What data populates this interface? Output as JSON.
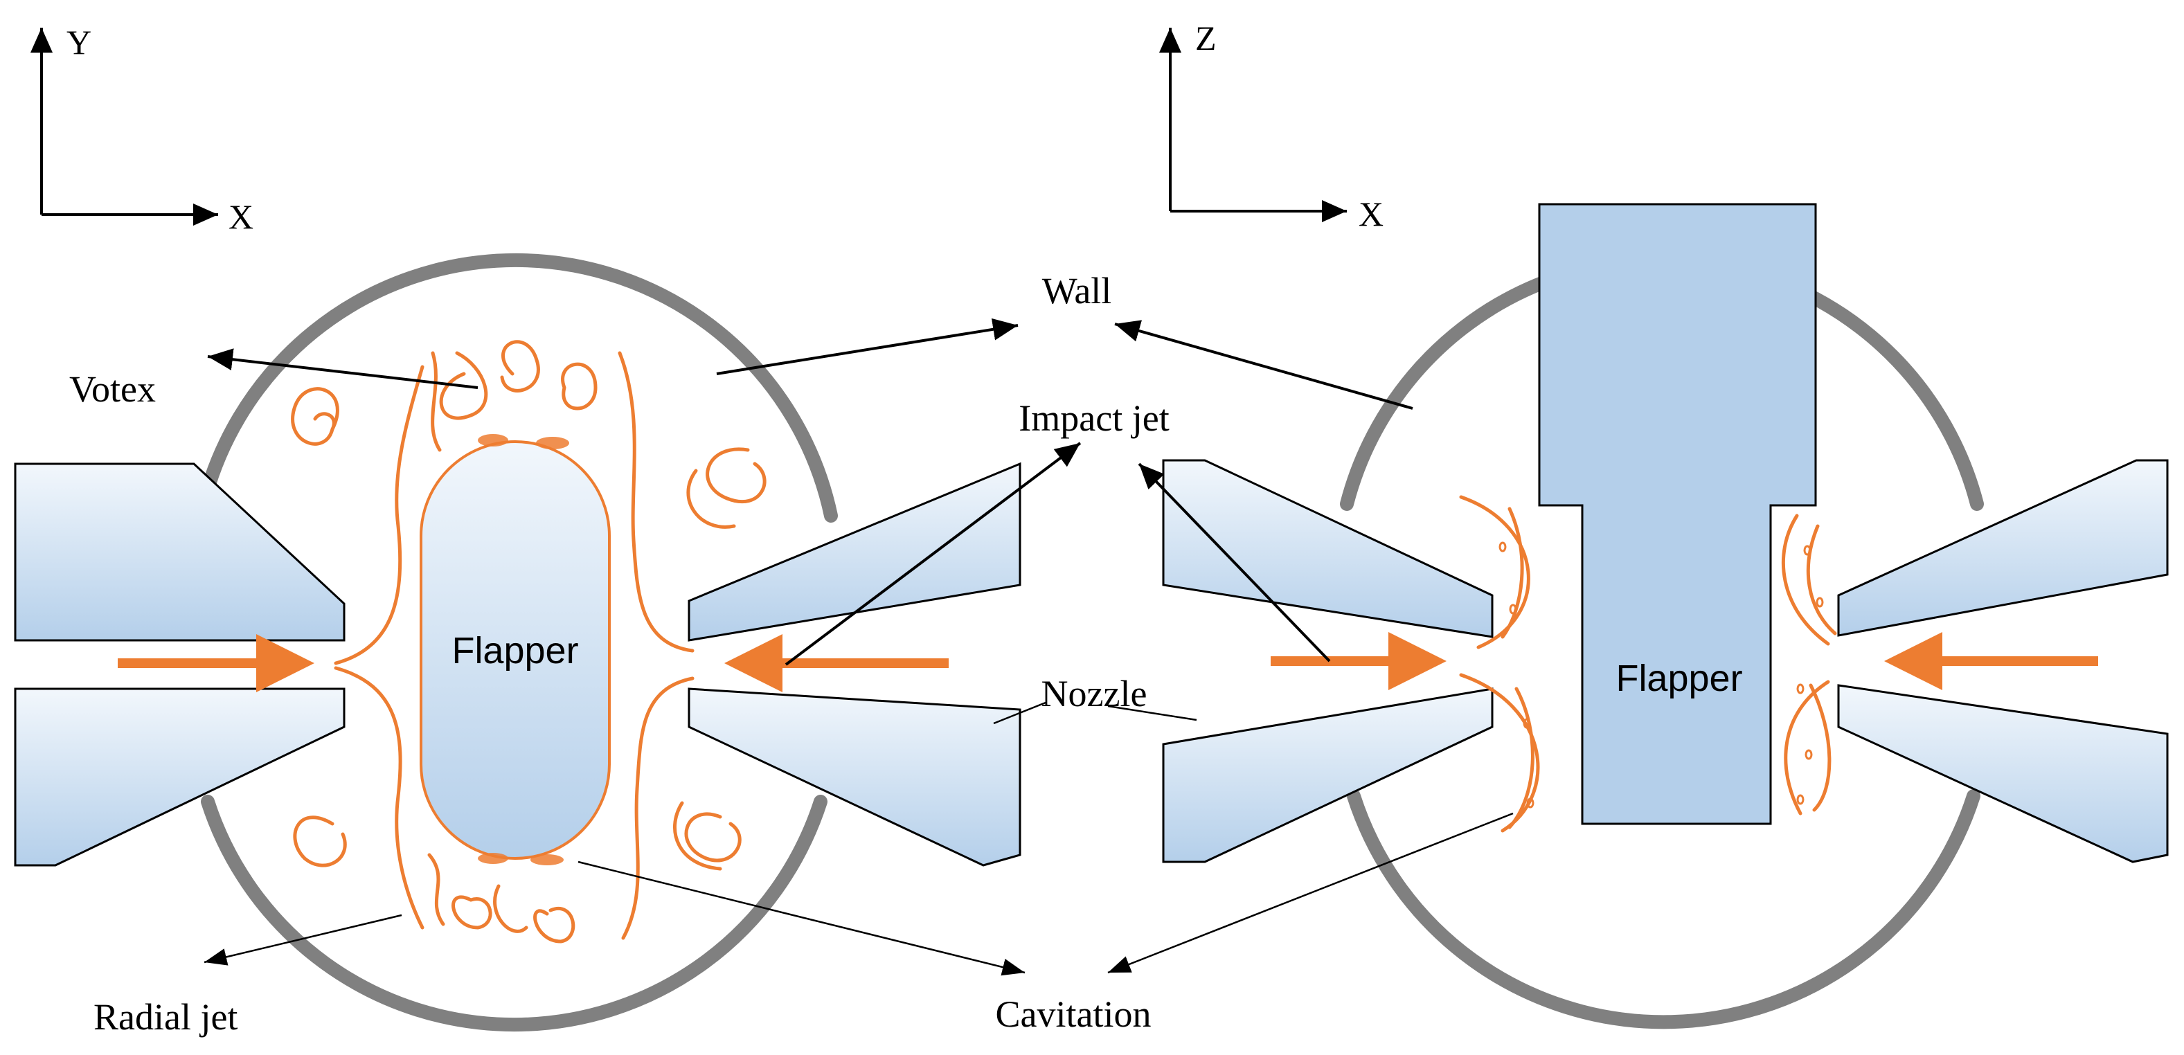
{
  "axes": {
    "left": {
      "vertical": "Y",
      "horizontal": "X"
    },
    "right": {
      "vertical": "Z",
      "horizontal": "X"
    }
  },
  "labels": {
    "wall": "Wall",
    "votex": "Votex",
    "impact_jet": "Impact jet",
    "nozzle": "Nozzle",
    "radial_jet": "Radial jet",
    "cavitation": "Cavitation",
    "flapper_left": "Flapper",
    "flapper_right": "Flapper"
  },
  "colors": {
    "flow": "#ED7D31",
    "wall": "#808080",
    "fill_top": "#F0F6FC",
    "fill_bottom": "#B4CFEA",
    "stroke": "#000000"
  }
}
